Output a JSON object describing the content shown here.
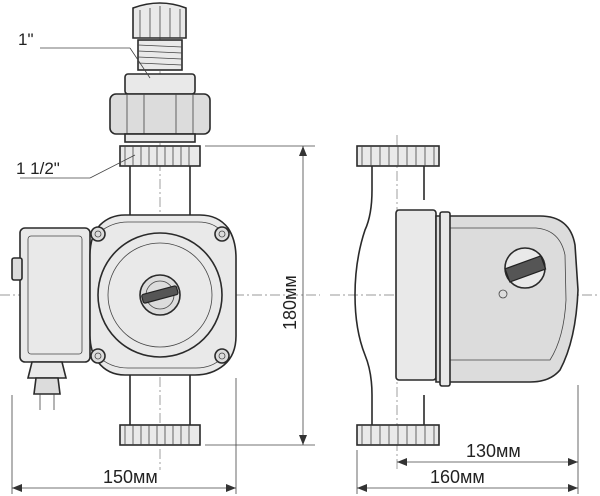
{
  "labels": {
    "thread_small": "1\"",
    "thread_large": "1 1/2\""
  },
  "dimensions": {
    "height": "180мм",
    "width_front": "150мм",
    "depth_total": "160мм",
    "depth_body": "130мм"
  }
}
